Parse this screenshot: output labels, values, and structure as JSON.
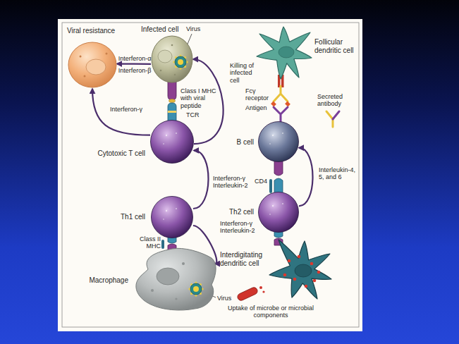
{
  "diagram": {
    "nodes": [
      {
        "text": [
          "Viral resistance"
        ]
      },
      {
        "text": [
          "Infected cell"
        ]
      },
      {
        "text": [
          "Cytotoxic T cell"
        ]
      },
      {
        "text": [
          "Th1 cell"
        ]
      },
      {
        "text": [
          "Macrophage"
        ]
      },
      {
        "text": [
          "Follicular dendritic cell"
        ]
      },
      {
        "text": [
          "B cell"
        ]
      },
      {
        "text": [
          "Th2 cell"
        ]
      },
      {
        "text": [
          "Interdigitating dendritic cell"
        ]
      }
    ],
    "edges": [
      {
        "from": 1,
        "to": 0,
        "arrow": "to",
        "label": "Interferon-α"
      },
      {
        "from": 2,
        "to": 0,
        "arrow": "to",
        "label": "Interferon-γ"
      },
      {
        "from": 2,
        "to": 1,
        "arrow": "to",
        "label": "Killing of infected cell"
      },
      {
        "from": 3,
        "to": 2,
        "arrow": "to",
        "label": "Interferon-γ Interleukin-2"
      },
      {
        "from": 3,
        "to": 4,
        "arrow": "to",
        "label": "Interferon-γ Interleukin-2"
      },
      {
        "from": 7,
        "to": 6,
        "arrow": "to",
        "label": "Interleukin-4, 5, and 6"
      }
    ],
    "labels": [
      "Virus",
      "Interferon-β",
      "Class I MHC with viral peptide",
      "TCR",
      "Class II MHC",
      "Virus",
      "Fcγ receptor",
      "Antigen",
      "Secreted antibody",
      "CD4",
      "Uptake of microbe or microbial components"
    ]
  }
}
